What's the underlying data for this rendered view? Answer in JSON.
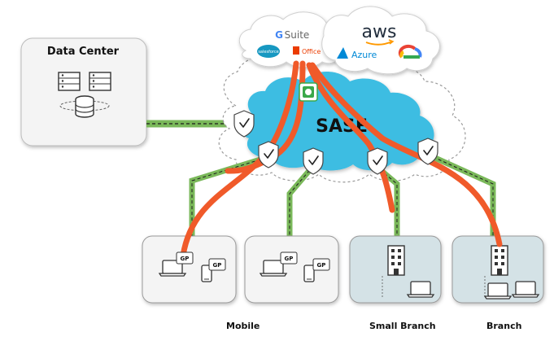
{
  "datacenter": {
    "title": "Data Center"
  },
  "sase": {
    "label": "SASE"
  },
  "apps": {
    "gsuite_g": "G",
    "gsuite_word": "Suite",
    "salesforce": "salesforce",
    "office": "Office",
    "aws": "aws",
    "azure": "Azure"
  },
  "gp_badge": "GP",
  "sites": [
    {
      "label": "Mobile"
    },
    {
      "label": "Small Branch"
    },
    {
      "label": "Branch"
    }
  ],
  "colors": {
    "tunnel": "#f05a2a",
    "link_green": "#7ab85a",
    "cloud_fill": "#3dbde2",
    "branch_fill": "#d4e2e6"
  }
}
